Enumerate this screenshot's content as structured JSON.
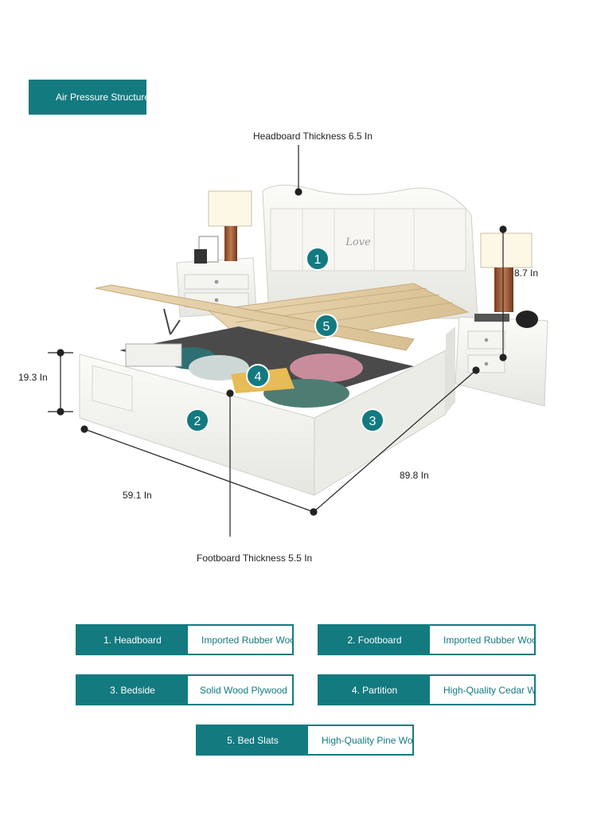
{
  "banner": {
    "label": "Air Pressure Structure"
  },
  "dimensions": {
    "headboard_thickness": "Headboard Thickness 6.5 In",
    "footboard_thickness": "Footboard Thickness 5.5 In",
    "height": "19.3 In",
    "width": "59.1 In",
    "length": "89.8 In",
    "nightstand": "8.7 In"
  },
  "markers": [
    "1",
    "2",
    "3",
    "4",
    "5"
  ],
  "headboard_text": "Love",
  "materials": [
    {
      "part": "1. Headboard",
      "material": "Imported Rubber Wood"
    },
    {
      "part": "2. Footboard",
      "material": "Imported Rubber Wood"
    },
    {
      "part": "3. Bedside",
      "material": "Solid Wood Plywood"
    },
    {
      "part": "4. Partition",
      "material": "High-Quality Cedar Wood"
    },
    {
      "part": "5. Bed Slats",
      "material": "High-Quality Pine Wood"
    }
  ],
  "colors": {
    "accent": "#137a80",
    "accent_dark": "#0f6a70"
  }
}
